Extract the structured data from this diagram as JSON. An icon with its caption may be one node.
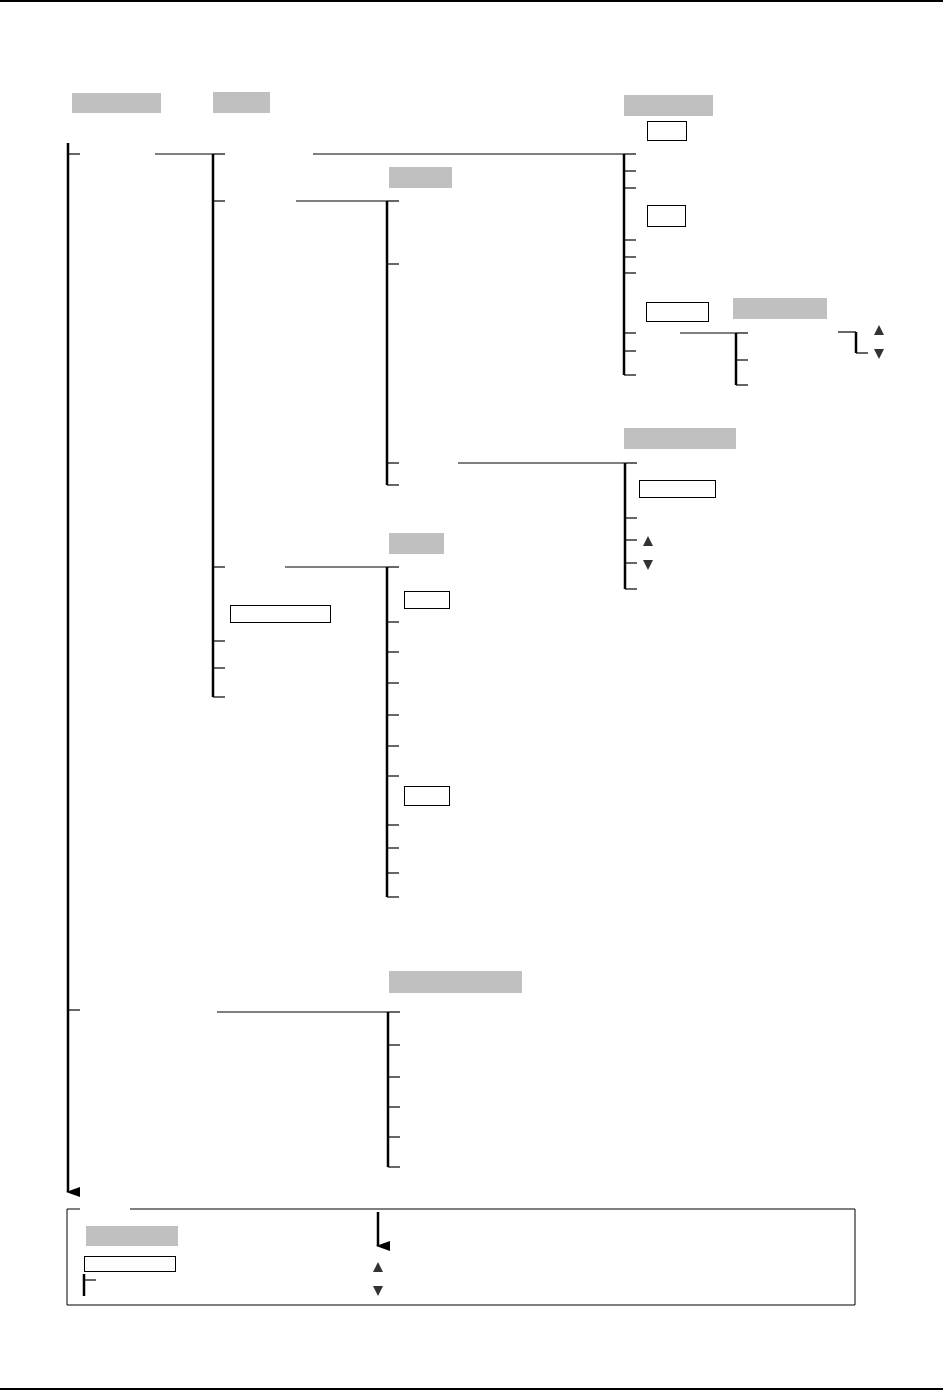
{
  "diagram": {
    "nodes": [
      {
        "text": [],
        "shape": "bar"
      },
      {
        "text": [],
        "shape": "bar"
      },
      {
        "text": [],
        "shape": "bar"
      },
      {
        "text": [],
        "shape": "box"
      },
      {
        "text": [],
        "shape": "bar"
      },
      {
        "text": [],
        "shape": "box"
      },
      {
        "text": [],
        "shape": "bar"
      },
      {
        "text": [],
        "shape": "box"
      },
      {
        "text": [],
        "shape": "bar"
      },
      {
        "text": [],
        "shape": "box"
      },
      {
        "text": [],
        "shape": "bar"
      },
      {
        "text": [],
        "shape": "box"
      },
      {
        "text": [],
        "shape": "box"
      },
      {
        "text": [],
        "shape": "box"
      },
      {
        "text": [],
        "shape": "bar"
      },
      {
        "text": [],
        "shape": "bar"
      },
      {
        "text": [],
        "shape": "box"
      }
    ]
  }
}
